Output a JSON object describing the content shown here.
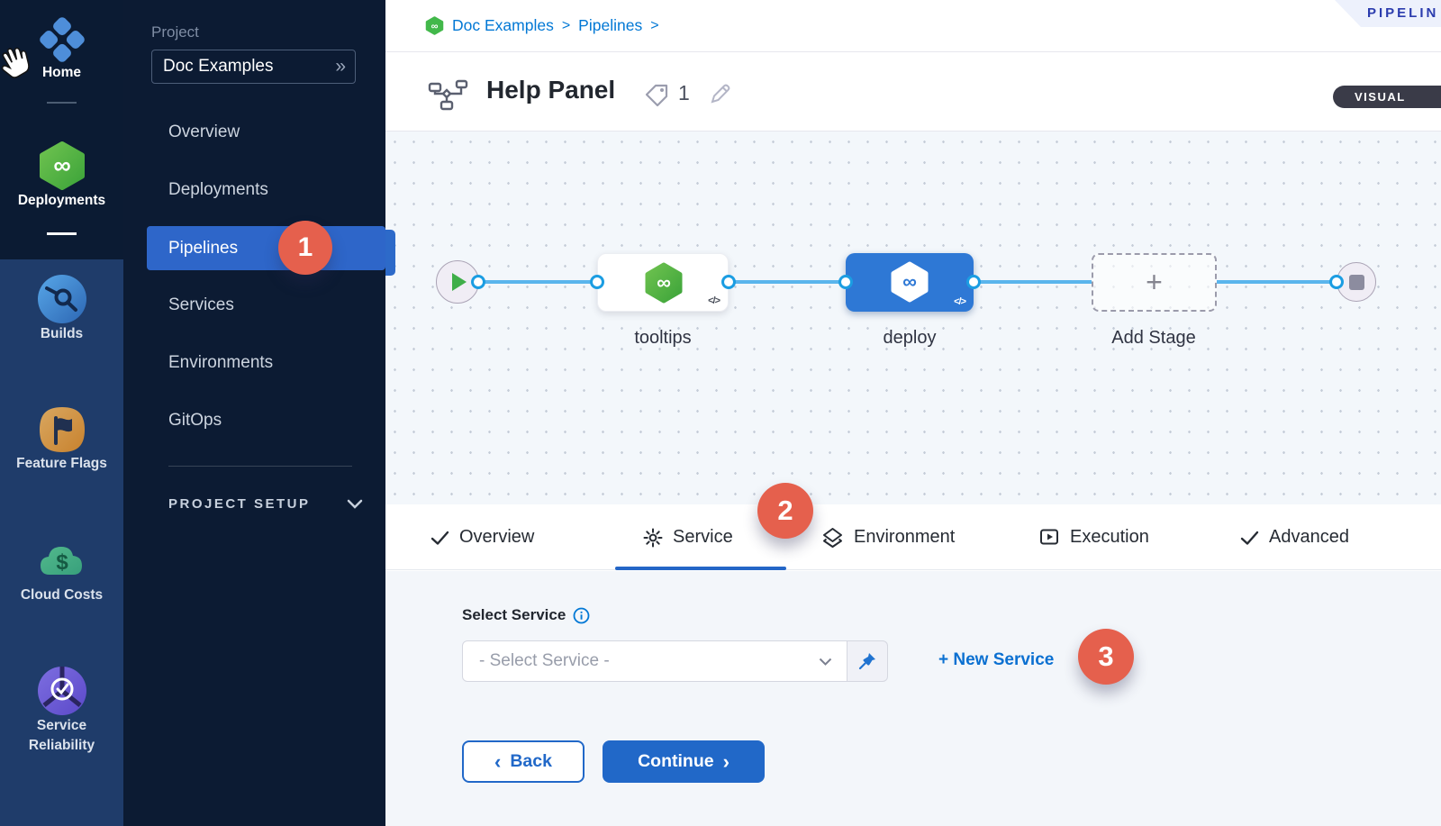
{
  "nav_rail": {
    "items": [
      {
        "label": "Home",
        "icon": "home-icon"
      },
      {
        "label": "Deployments",
        "icon": "deployments-icon"
      },
      {
        "label": "Builds",
        "icon": "builds-icon"
      },
      {
        "label": "Feature Flags",
        "icon": "feature-flags-icon"
      },
      {
        "label": "Cloud Costs",
        "icon": "cloud-costs-icon"
      },
      {
        "label": "Service Reliability",
        "icon": "service-reliability-icon"
      }
    ]
  },
  "project_sidebar": {
    "section_label": "Project",
    "project_name": "Doc Examples",
    "menu": [
      {
        "label": "Overview"
      },
      {
        "label": "Deployments"
      },
      {
        "label": "Pipelines",
        "active": true
      },
      {
        "label": "Services"
      },
      {
        "label": "Environments"
      },
      {
        "label": "GitOps"
      }
    ],
    "setup_label": "PROJECT SETUP"
  },
  "header": {
    "breadcrumb": {
      "project": "Doc Examples",
      "section": "Pipelines",
      "separator": ">"
    },
    "studio_ribbon": "PIPELIN",
    "title": "Help Panel",
    "tag_count": "1",
    "view_toggle": "VISUAL"
  },
  "canvas": {
    "stage_tooltips": "tooltips",
    "stage_deploy": "deploy",
    "add_stage": "Add Stage",
    "code_glyph": "</>",
    "plus_glyph": "+"
  },
  "tabs": {
    "overview": "Overview",
    "service": "Service",
    "environment": "Environment",
    "execution": "Execution",
    "advanced": "Advanced"
  },
  "service_form": {
    "label": "Select Service",
    "placeholder": "- Select Service -",
    "new_service": "+ New Service",
    "back": "Back",
    "continue": "Continue"
  },
  "annotations": {
    "step1": "1",
    "step2": "2",
    "step3": "3"
  },
  "icons": {
    "infinity": "∞",
    "double_chevron": "»",
    "back_chevron": "‹",
    "forward_chevron": "›",
    "dollar": "$"
  },
  "colors": {
    "accent_blue": "#2e66c9",
    "link_blue": "#0278d5",
    "badge_red": "#e5604d",
    "node_blue": "#2e78d5",
    "harness_green": "#4db347"
  }
}
